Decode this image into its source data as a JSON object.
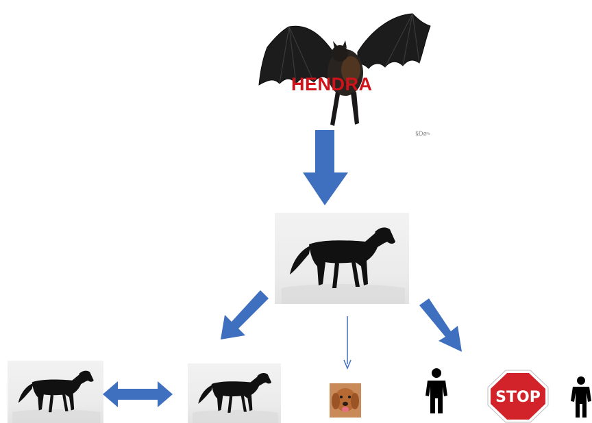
{
  "labels": {
    "bat_label": "HENDRA",
    "faint_note": "§Dø≈",
    "stop_sign": "STOP"
  },
  "nodes": [
    {
      "id": "bat",
      "icon": "bat-image"
    },
    {
      "id": "horse-center",
      "icon": "horse-image"
    },
    {
      "id": "horse-left",
      "icon": "horse-image"
    },
    {
      "id": "horse-middle",
      "icon": "horse-image"
    },
    {
      "id": "dog",
      "icon": "dog-image"
    },
    {
      "id": "person-1",
      "icon": "person-icon"
    },
    {
      "id": "stop",
      "icon": "stop-sign-icon"
    },
    {
      "id": "person-2",
      "icon": "person-icon"
    }
  ],
  "colors": {
    "arrow": "#3f6fbf",
    "label_red": "#d0121b",
    "stop_red": "#d2232a"
  }
}
